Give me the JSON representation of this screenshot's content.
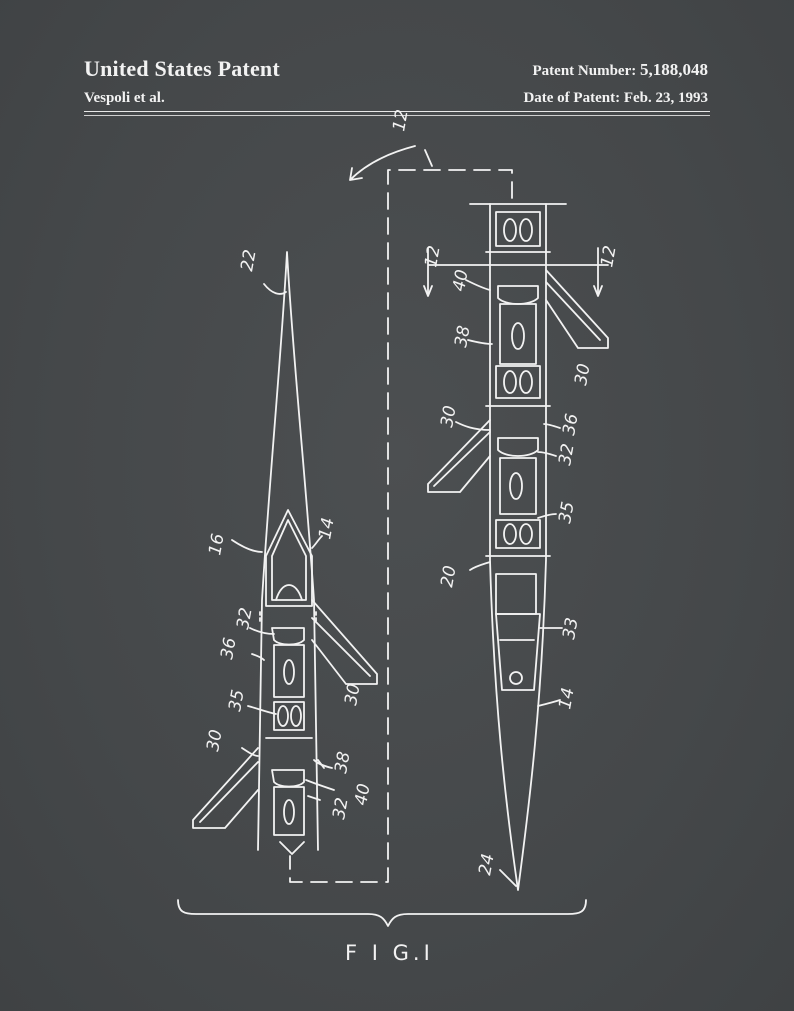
{
  "header": {
    "title": "United States Patent",
    "inventor": "Vespoli et al.",
    "patent_number_label": "Patent Number:",
    "patent_number": "5,188,048",
    "date_label": "Date of Patent:",
    "date": "Feb. 23, 1993"
  },
  "figure": {
    "caption": "F I G.I",
    "labels": {
      "l12": "12",
      "l22": "22",
      "l16": "16",
      "l14a": "14",
      "l32a": "32",
      "l36a": "36",
      "l30a": "30",
      "l35a": "35",
      "l30b": "30",
      "l38a": "38",
      "l32b": "32",
      "l40a": "40",
      "l12a": "12",
      "l12b": "12",
      "l40b": "40",
      "l38b": "38",
      "l30c": "30",
      "l30d": "30",
      "l36b": "36",
      "l32c": "32",
      "l35b": "35",
      "l20": "20",
      "l33": "33",
      "l14b": "14",
      "l24": "24"
    }
  }
}
